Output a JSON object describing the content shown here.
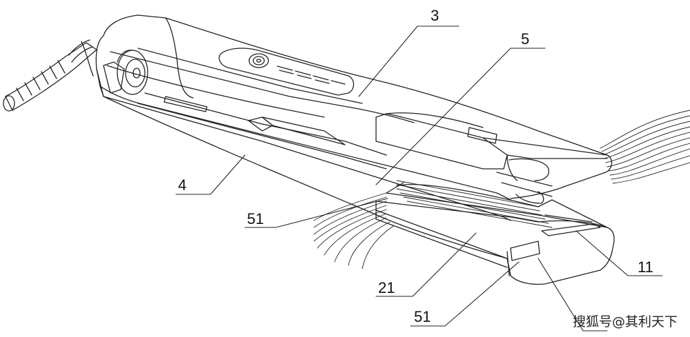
{
  "labels": {
    "l3": "3",
    "l5": "5",
    "l4": "4",
    "l51_top": "51",
    "l21": "21",
    "l51_bottom": "51",
    "l11": "11"
  },
  "watermark": "搜狐号@其利天下"
}
